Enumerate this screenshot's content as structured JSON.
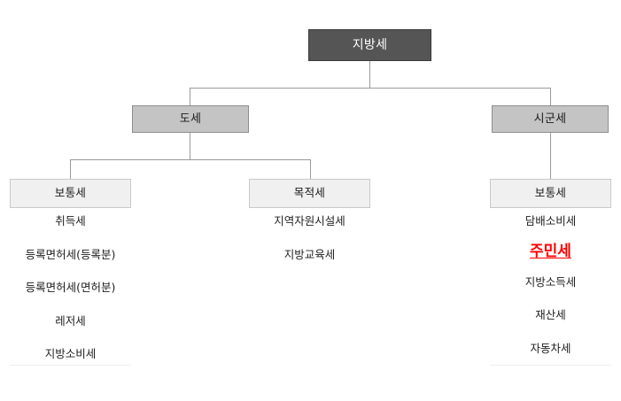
{
  "diagram": {
    "type": "hierarchy-tree",
    "title_node": {
      "label": "지방세"
    },
    "level2": [
      {
        "id": "do-se",
        "label": "도세"
      },
      {
        "id": "sigun-se",
        "label": "시군세"
      }
    ],
    "level3": [
      {
        "id": "do-bo-tong-se",
        "label": "보통세",
        "parent": "도세"
      },
      {
        "id": "do-mok-jeok-se",
        "label": "목적세",
        "parent": "도세"
      },
      {
        "id": "sigun-bo-tong-se",
        "label": "보통세",
        "parent": "시군세"
      }
    ],
    "columns": [
      {
        "id": "col-do-botongse",
        "parent_label": "보통세",
        "items": [
          {
            "label": "취득세",
            "highlight": false
          },
          {
            "label": "등록면허세(등록분)",
            "highlight": false
          },
          {
            "label": "등록면허세(면허분)",
            "highlight": false
          },
          {
            "label": "레저세",
            "highlight": false
          },
          {
            "label": "지방소비세",
            "highlight": false
          }
        ]
      },
      {
        "id": "col-do-mokjeokse",
        "parent_label": "목적세",
        "items": [
          {
            "label": "지역자원시설세",
            "highlight": false
          },
          {
            "label": "지방교육세",
            "highlight": false
          }
        ]
      },
      {
        "id": "col-sigun-botongse",
        "parent_label": "보통세",
        "items": [
          {
            "label": "담배소비세",
            "highlight": false
          },
          {
            "label": "주민세",
            "highlight": true
          },
          {
            "label": "지방소득세",
            "highlight": false
          },
          {
            "label": "재산세",
            "highlight": false
          },
          {
            "label": "자동차세",
            "highlight": false
          }
        ]
      }
    ],
    "colors": {
      "root_fill": "#555555",
      "level2_fill": "#c4c4c4",
      "level3_fill": "#f0f0f0",
      "connector": "#9a9a9a",
      "highlight": "#ff0000",
      "text": "#1f1f1f",
      "background": "#ffffff"
    }
  }
}
